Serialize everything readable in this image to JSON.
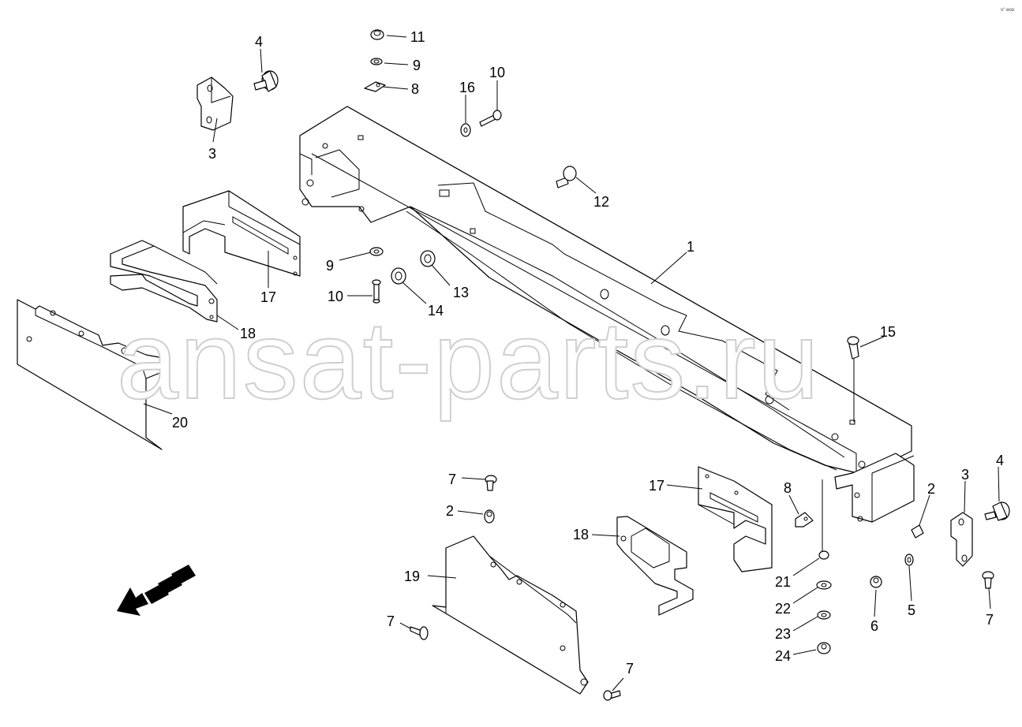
{
  "watermark": "ansat-parts.ru",
  "corner_mark": "s° eoo",
  "callouts": [
    {
      "label": "1"
    },
    {
      "label": "2"
    },
    {
      "label": "2"
    },
    {
      "label": "3"
    },
    {
      "label": "3"
    },
    {
      "label": "4"
    },
    {
      "label": "4"
    },
    {
      "label": "5"
    },
    {
      "label": "6"
    },
    {
      "label": "7"
    },
    {
      "label": "7"
    },
    {
      "label": "7"
    },
    {
      "label": "7"
    },
    {
      "label": "8"
    },
    {
      "label": "8"
    },
    {
      "label": "9"
    },
    {
      "label": "9"
    },
    {
      "label": "10"
    },
    {
      "label": "10"
    },
    {
      "label": "11"
    },
    {
      "label": "12"
    },
    {
      "label": "13"
    },
    {
      "label": "14"
    },
    {
      "label": "15"
    },
    {
      "label": "16"
    },
    {
      "label": "17"
    },
    {
      "label": "17"
    },
    {
      "label": "18"
    },
    {
      "label": "18"
    },
    {
      "label": "19"
    },
    {
      "label": "20"
    },
    {
      "label": "21"
    },
    {
      "label": "22"
    },
    {
      "label": "23"
    },
    {
      "label": "24"
    }
  ],
  "icons": {
    "direction_arrow": "forward-direction-arrow-icon"
  }
}
